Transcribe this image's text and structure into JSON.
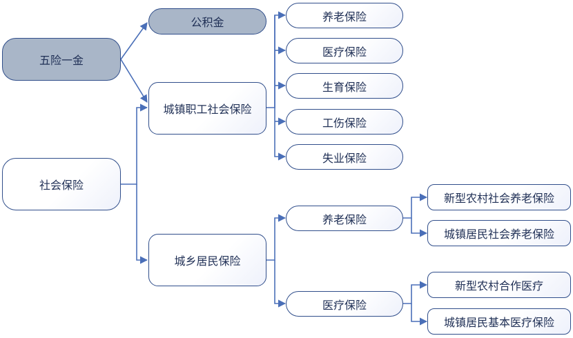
{
  "colors": {
    "line": "#4a6fb8",
    "node_border": "#2f4d8a",
    "node_gray": "#a9b6c8",
    "text": "#1f2f55"
  },
  "nodes": {
    "wuxian_yijin": "五险一金",
    "shehui_baoxian": "社会保险",
    "gongjijin": "公积金",
    "chengzhen_zhigong": "城镇职工社会保险",
    "chengxiang_jumin": "城乡居民保险",
    "zhigong_children": [
      "养老保险",
      "医疗保险",
      "生育保险",
      "工伤保险",
      "失业保险"
    ],
    "jumin_yanglao": "养老保险",
    "jumin_yiliao": "医疗保险",
    "yanglao_children": [
      "新型农村社会养老保险",
      "城镇居民社会养老保险"
    ],
    "yiliao_children": [
      "新型农村合作医疗",
      "城镇居民基本医疗保险"
    ]
  }
}
